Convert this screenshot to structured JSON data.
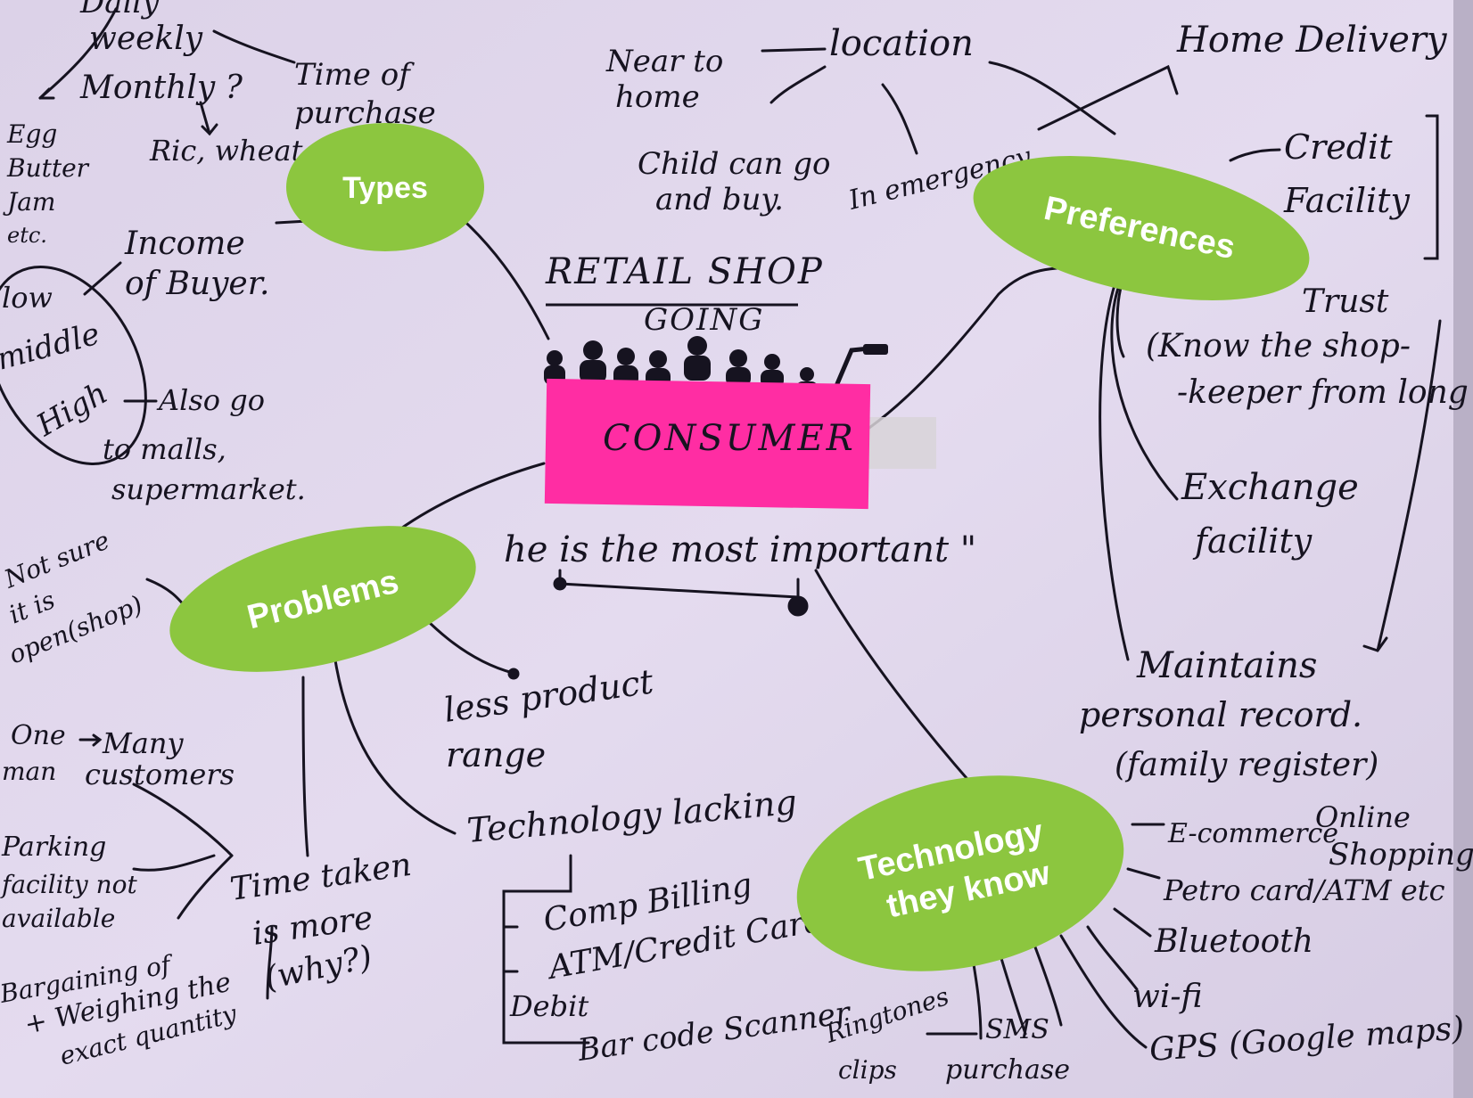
{
  "title": {
    "line1": "RETAIL SHOP",
    "line2": "GOING"
  },
  "center": {
    "label": "CONSUMER",
    "quote": "he is the most important \""
  },
  "bubbles": {
    "types": "Types",
    "preferences": "Preferences",
    "problems": "Problems",
    "technology": [
      "Technology",
      "they know"
    ]
  },
  "types_notes": {
    "daily": "Daily",
    "weekly": "weekly",
    "monthly": "Monthly ?",
    "time_of_purchase": [
      "Time of",
      "purchase"
    ],
    "rice": "Ric, wheat",
    "egg": [
      "Egg",
      "Butter",
      "Jam",
      "etc."
    ],
    "income": [
      "Income",
      "of Buyer."
    ],
    "low": "low",
    "middle": "middle",
    "high": "High",
    "also_go": [
      "Also go",
      "to malls,",
      "supermarket."
    ]
  },
  "preferences_notes": {
    "near_home": [
      "Near to",
      "home"
    ],
    "location": "location",
    "child": [
      "Child can go",
      "and buy."
    ],
    "emergency": "In emergency",
    "home_delivery": "Home Delivery",
    "credit": [
      "Credit",
      "Facility"
    ],
    "trust": [
      "Trust",
      "(Know the shop-",
      "-keeper from long"
    ],
    "exchange": [
      "Exchange",
      "facility"
    ],
    "maintains": [
      "Maintains",
      "personal record.",
      "(family register)"
    ]
  },
  "problems_notes": {
    "not_sure": [
      "Not sure",
      "it is",
      "open(shop)"
    ],
    "less_product": [
      "less product",
      "range"
    ],
    "one_man": [
      "One",
      "man"
    ],
    "many_customers": [
      "Many",
      "customers"
    ],
    "parking": [
      "Parking",
      "facility not",
      "available"
    ],
    "time_taken": [
      "Time taken",
      "is more",
      "(why?)"
    ],
    "weighing": [
      "Bargaining of",
      "+ Weighing the",
      "exact quantity"
    ],
    "tech_lacking": "Technology lacking",
    "comp_billing": "Comp Billing",
    "atm_card": "ATM/Credit Card",
    "debit": "Debit",
    "barcode": "Bar code Scanner"
  },
  "technology_notes": {
    "ecommerce": [
      "E-commerce",
      "Online",
      "Shopping"
    ],
    "petro": "Petro card/ATM etc",
    "bluetooth": "Bluetooth",
    "wifi": "wi-fi",
    "gps": "GPS (Google maps)",
    "ringtones": [
      "Ringtones",
      "clips"
    ],
    "sms": [
      "SMS",
      "purchase"
    ]
  },
  "colors": {
    "paper": "#d9d0e6",
    "paper_light": "#e6def0",
    "ink": "#161320",
    "bubble": "#8cc63f",
    "bubble_text": "#ffffff",
    "sticky": "#ff2da3",
    "tape": "#d8d4d8"
  }
}
